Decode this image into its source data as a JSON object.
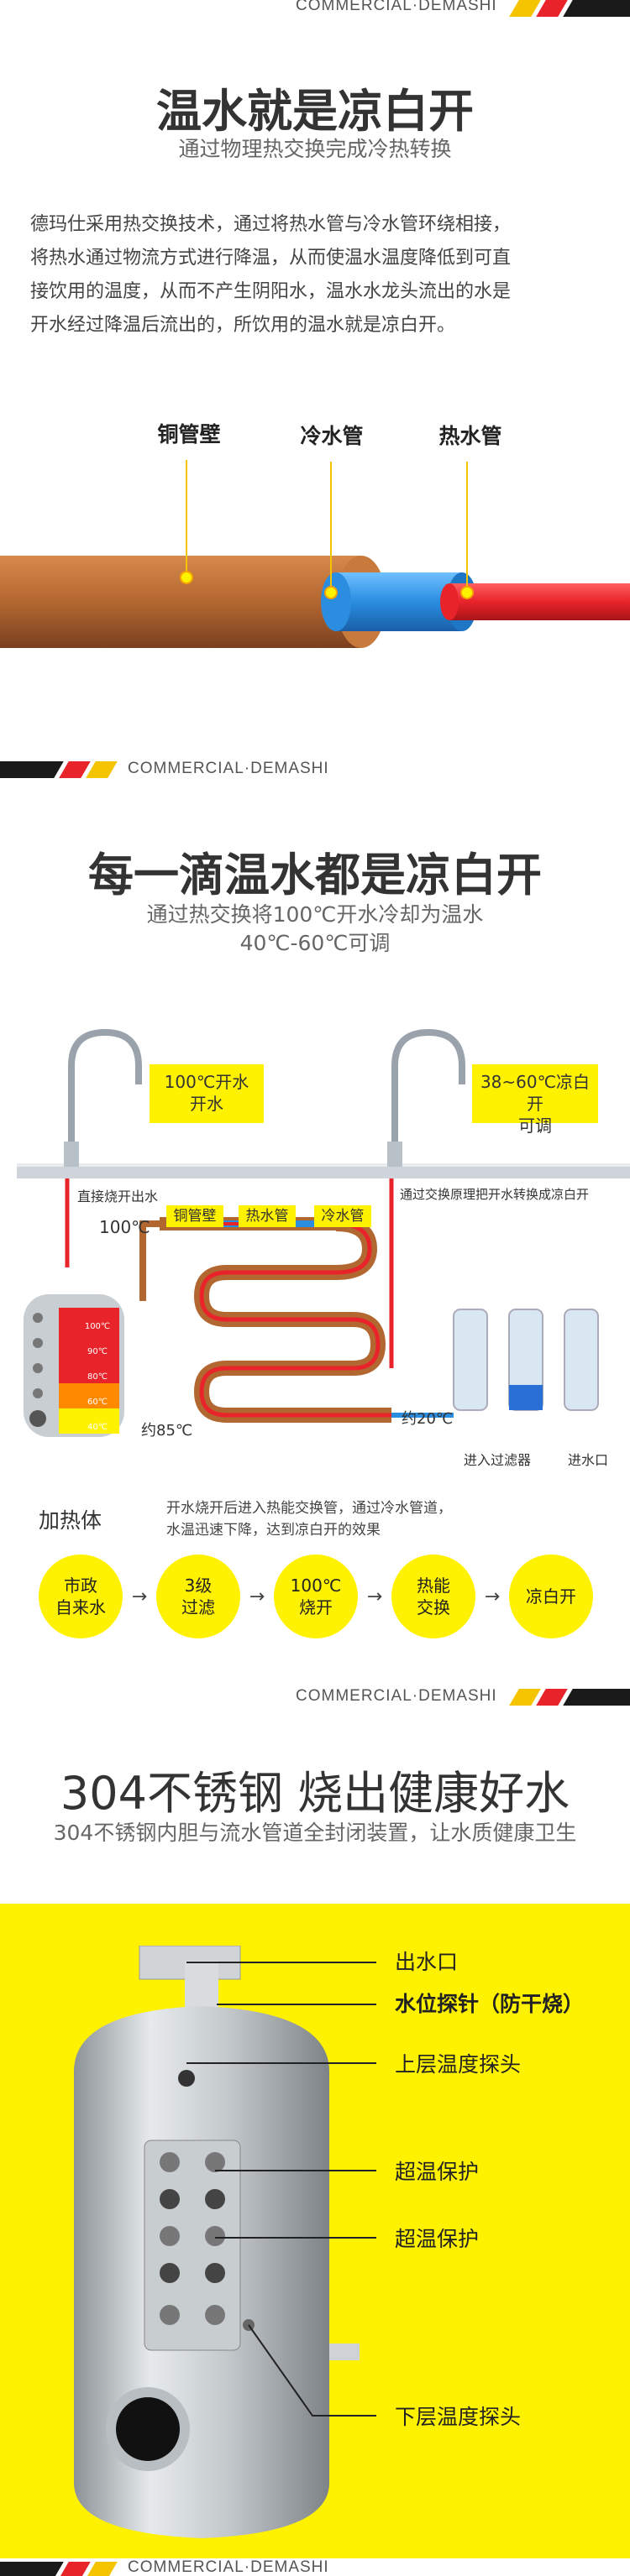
{
  "brand": "COMMERCIAL·DEMASHI",
  "colors": {
    "yellow": "#fff200",
    "red": "#e8232a",
    "blue": "#2a8de0",
    "copper": "#b36730",
    "dark": "#1a1a1a"
  },
  "section1": {
    "title": "温水就是凉白开",
    "subtitle": "通过物理热交换完成冷热转换",
    "paragraph": [
      "德玛仕采用热交换技术，通过将热水管与冷水管环绕相接，",
      "将热水通过物流方式进行降温，从而使温水温度降低到可直",
      "接饮用的温度，从而不产生阴阳水，温水水龙头流出的水是",
      "开水经过降温后流出的，所饮用的温水就是凉白开。"
    ],
    "labels": {
      "copper": "铜管壁",
      "cold": "冷水管",
      "hot": "热水管"
    }
  },
  "section2": {
    "title": "每一滴温水都是凉白开",
    "subtitle_lines": [
      "通过热交换将100℃开水冷却为温水",
      "40℃-60℃可调"
    ],
    "faucet_left": [
      "100℃开水",
      "开水"
    ],
    "faucet_right": [
      "38~60℃凉白开",
      "可调"
    ],
    "note_left": "直接烧开出水",
    "note_right": "通过交换原理把开水转换成凉白开",
    "temp_100": "100℃",
    "temp_85": "约85℃",
    "temp_20": "约20℃",
    "tags": {
      "copper": "铜管壁",
      "hot": "热水管",
      "cold": "冷水管"
    },
    "heater_label": "加热体",
    "heater_levels": [
      "100℃",
      "90℃",
      "80℃",
      "60℃",
      "40℃"
    ],
    "filter_in": "进入过滤器",
    "water_in": "进水口",
    "desc_lines": [
      "开水烧开后进入热能交换管，通过冷水管道，",
      "水温迅速下降，达到凉白开的效果"
    ],
    "steps": [
      {
        "text": "市政\n自来水"
      },
      {
        "text": "3级\n过滤"
      },
      {
        "text": "100℃\n烧开"
      },
      {
        "text": "热能\n交换"
      },
      {
        "text": "凉白开"
      }
    ],
    "arrow": "→"
  },
  "section3": {
    "title": "304不锈钢 烧出健康好水",
    "subtitle": "304不锈钢内胆与流水管道全封闭装置，让水质健康卫生",
    "labels": [
      "出水口",
      "水位探针（防干烧）",
      "上层温度探头",
      "超温保护",
      "超温保护",
      "下层温度探头"
    ]
  }
}
